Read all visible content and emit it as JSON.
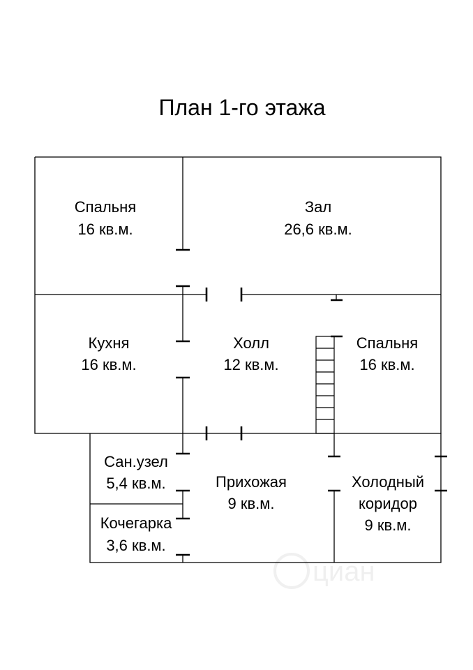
{
  "title": "План 1-го этажа",
  "rooms": [
    {
      "id": "bedroom-1",
      "name": "Спальня",
      "area": "16 кв.м."
    },
    {
      "id": "hall-zal",
      "name": "Зал",
      "area": "26,6 кв.м."
    },
    {
      "id": "kitchen",
      "name": "Кухня",
      "area": "16 кв.м."
    },
    {
      "id": "hallway",
      "name": "Холл",
      "area": "12 кв.м."
    },
    {
      "id": "bedroom-2",
      "name": "Спальня",
      "area": "16 кв.м."
    },
    {
      "id": "bathroom",
      "name": "Сан.узел",
      "area": "5,4 кв.м."
    },
    {
      "id": "entrance",
      "name": "Прихожая",
      "area": "9 кв.м."
    },
    {
      "id": "cold-corridor",
      "name": "Холодный",
      "name_line2": "коридор",
      "area": "9 кв.м."
    },
    {
      "id": "boiler-room",
      "name": "Кочегарка",
      "area": "3,6 кв.м."
    }
  ],
  "watermark": "циан",
  "colors": {
    "line": "#000000",
    "background": "#ffffff"
  }
}
